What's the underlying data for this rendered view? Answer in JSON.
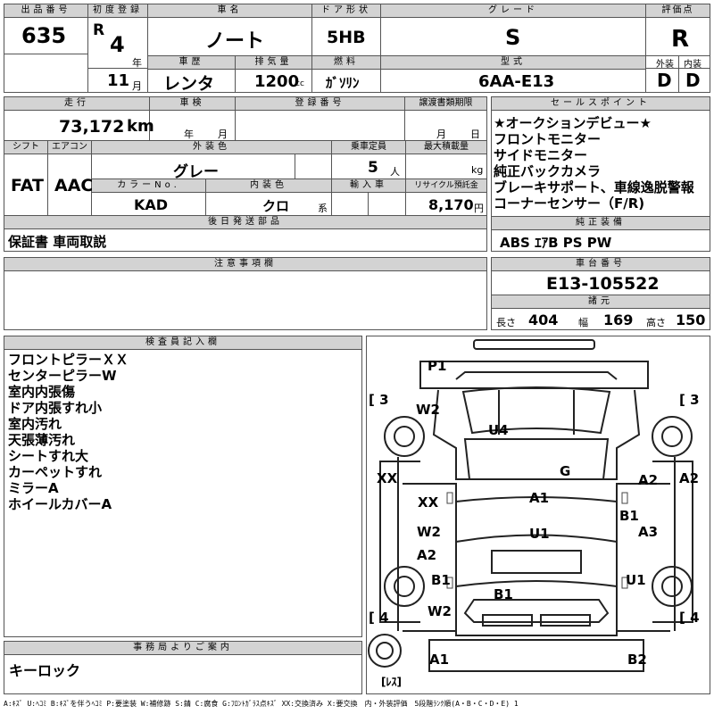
{
  "header": {
    "lot_label": "出品番号",
    "lot_value": "635",
    "first_reg_label": "初度登録",
    "era": "R",
    "reg_year": "4",
    "year_unit": "年",
    "reg_month": "11",
    "month_unit": "月",
    "car_name_label": "車名",
    "car_name": "ノート",
    "door_label": "ドア形状",
    "door": "5HB",
    "grade_label": "グレード",
    "grade": "S",
    "score_label": "評価点",
    "score": "R",
    "exterior_label": "外装",
    "exterior": "D",
    "interior_label": "内装",
    "interior": "D",
    "history_label": "車歴",
    "history": "レンタ",
    "displacement_label": "排気量",
    "displacement": "1200",
    "cc_unit": "cc",
    "fuel_label": "燃料",
    "fuel": "ｶﾞｿﾘﾝ",
    "model_label": "型式",
    "model": "6AA-E13"
  },
  "specs": {
    "mileage_label": "走行",
    "mileage": "73,172",
    "km_unit": "km",
    "inspection_label": "車検",
    "year_unit": "年",
    "month_unit": "月",
    "regno_label": "登録番号",
    "transfer_label": "譲渡書類期限",
    "day_unit": "日",
    "shift_label": "シフト",
    "shift": "FAT",
    "ac_label": "エアコン",
    "ac": "AAC",
    "color_label": "外装色",
    "color": "グレー",
    "capacity_label": "乗車定員",
    "capacity": "5",
    "person_unit": "人",
    "load_label": "最大積載量",
    "kg_unit": "kg",
    "color_no_label": "カラーNo.",
    "color_no": "KAD",
    "interior_color_label": "内装色",
    "interior_color": "クロ",
    "kei_unit": "系",
    "import_label": "輸入車",
    "recycle_label": "リサイクル預託金",
    "recycle": "8,170",
    "yen_unit": "円"
  },
  "sales_points": {
    "title": "セールスポイント",
    "items": [
      "★オークションデビュー★",
      "フロントモニター",
      "サイドモニター",
      "純正バックカメラ",
      "ブレーキサポート、車線逸脱警報",
      "コーナーセンサー（F/R)"
    ]
  },
  "equipment": {
    "title": "純正装備",
    "value": "ABS ｴｱB PS PW"
  },
  "later_parts": {
    "title": "後日発送部品",
    "value": "保証書 車両取説"
  },
  "notes": {
    "title": "注意事項欄"
  },
  "chassis": {
    "title": "車台番号",
    "value": "E13-105522"
  },
  "dims": {
    "title": "諸元",
    "len_label": "長さ",
    "len": "404",
    "wid_label": "幅",
    "wid": "169",
    "hgt_label": "高さ",
    "hgt": "150"
  },
  "inspector": {
    "title": "検査員記入欄",
    "items": [
      "フロントピラーＸＸ",
      "センターピラーW",
      "室内内張傷",
      "ドア内張すれ小",
      "室内汚れ",
      "天張薄汚れ",
      "シートすれ大",
      "カーペットすれ",
      "ミラーA",
      "ホイールカバーA"
    ]
  },
  "office": {
    "title": "事務局よりご案内",
    "value": "キーロック"
  },
  "diagram": {
    "tire_lf": "[ 3",
    "tire_rf": "[ 3",
    "tire_lr": "[ 4",
    "tire_rr": "[ 4",
    "spare": "[ﾚｽ]",
    "marks": [
      "P1",
      "W2",
      "U4",
      "XX",
      "G",
      "A2",
      "A2",
      "XX",
      "A1",
      "U1",
      "B1",
      "W2",
      "A2",
      "A3",
      "B1",
      "U1",
      "B1",
      "W2",
      "A1",
      "B2"
    ]
  },
  "legend": "A:ｷｽﾞ U:ﾍｺﾐ B:ｷｽﾞを伴うﾍｺﾐ P:要塗装 W:補修跡 S:錆 C:腐食 G:ﾌﾛﾝﾄｶﾞﾗｽ点ｷｽﾞ XX:交換済み X:要交換　内・外装評価　5段階ﾗﾝｸ順(A・B・C・D・E) 1"
}
